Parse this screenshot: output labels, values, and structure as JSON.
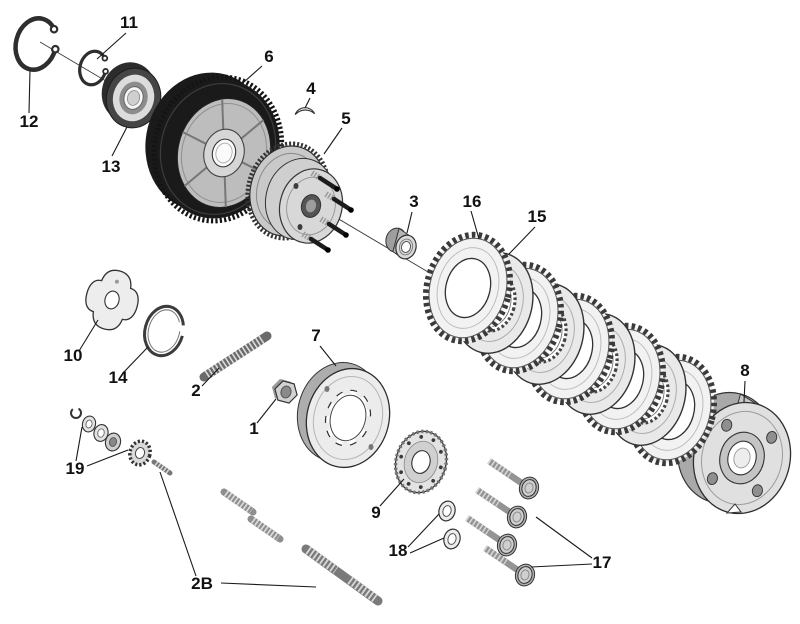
{
  "diagram": {
    "type": "exploded-parts-diagram",
    "subject": "clutch-assembly",
    "background_color": "#ffffff",
    "line_color": "#1a1a1a",
    "metal_light": "#e6e6e6",
    "metal_mid": "#bdbdbd",
    "metal_dark": "#2b2b2b"
  },
  "callouts": {
    "c1": {
      "label": "1",
      "part": "hex-nut"
    },
    "c2": {
      "label": "2",
      "part": "threaded-stud"
    },
    "c2b": {
      "label": "2B",
      "part": "stud-set"
    },
    "c3": {
      "label": "3",
      "part": "spacer"
    },
    "c4": {
      "label": "4",
      "part": "retaining-clip"
    },
    "c5": {
      "label": "5",
      "part": "clutch-hub-with-pins"
    },
    "c6": {
      "label": "6",
      "part": "clutch-ring-gear"
    },
    "c7": {
      "label": "7",
      "part": "pressure-plate"
    },
    "c8": {
      "label": "8",
      "part": "clutch-drum"
    },
    "c9": {
      "label": "9",
      "part": "spring-seat"
    },
    "c10": {
      "label": "10",
      "part": "hub-plate"
    },
    "c11": {
      "label": "11",
      "part": "snap-ring-small"
    },
    "c12": {
      "label": "12",
      "part": "snap-ring-large"
    },
    "c13": {
      "label": "13",
      "part": "ball-bearing"
    },
    "c14": {
      "label": "14",
      "part": "spring-washer"
    },
    "c15": {
      "label": "15",
      "part": "steel-drive-plates"
    },
    "c16": {
      "label": "16",
      "part": "friction-plates"
    },
    "c17": {
      "label": "17",
      "part": "hex-bolts"
    },
    "c18": {
      "label": "18",
      "part": "washers"
    },
    "c19": {
      "label": "19",
      "part": "small-hardware-set"
    }
  }
}
